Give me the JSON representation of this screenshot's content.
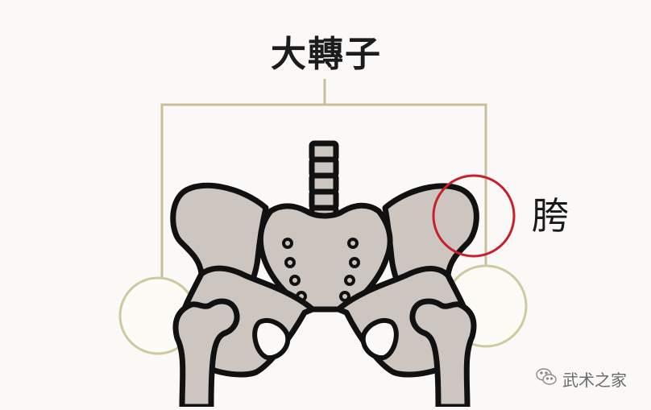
{
  "diagram": {
    "subject": "pelvis-and-hip-anatomy",
    "labels": {
      "greater_trochanter": "大轉子",
      "hip": "胯"
    },
    "watermark": {
      "icon": "wechat-icon",
      "text": "武术之家"
    },
    "colors": {
      "background": "#fbf9f7",
      "bone_fill": "#cdc6c0",
      "bone_outline": "#111111",
      "bracket_line": "#c8bf9a",
      "trochanter_circle": "#cfc9a0",
      "hip_circle": "#c8202a",
      "label_text": "#1c1c1c",
      "watermark_text": "#6a6a6a"
    }
  }
}
